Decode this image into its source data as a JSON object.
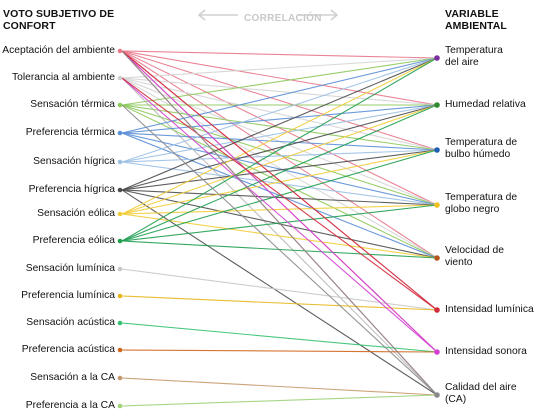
{
  "header": {
    "left_title": [
      "VOTO SUBJETIVO DE",
      "CONFORT"
    ],
    "center_label": "CORRELACIÓN",
    "right_title": [
      "VARIABLE",
      "AMBIENTAL"
    ]
  },
  "left_nodes": [
    {
      "label": "Aceptación del ambiente",
      "color": "#e8778a"
    },
    {
      "label": "Tolerancia al ambiente",
      "color": "#cfcfcf"
    },
    {
      "label": "Sensación térmica",
      "color": "#8cc95a"
    },
    {
      "label": "Preferencia térmica",
      "color": "#5b8fd6"
    },
    {
      "label": "Sensación hígrica",
      "color": "#9cc0e4"
    },
    {
      "label": "Preferencia hígrica",
      "color": "#4d4d4d"
    },
    {
      "label": "Sensación eólica",
      "color": "#f2cd3a"
    },
    {
      "label": "Preferencia eólica",
      "color": "#1f9e50"
    },
    {
      "label": "Sensación lumínica",
      "color": "#c8c8c8"
    },
    {
      "label": "Preferencia lumínica",
      "color": "#e6b618"
    },
    {
      "label": "Sensación acústica",
      "color": "#34c270"
    },
    {
      "label": "Preferencia acústica",
      "color": "#d0661c"
    },
    {
      "label": "Sensación a la CA",
      "color": "#c59a6a"
    },
    {
      "label": "Preferencia a la CA",
      "color": "#9fd27a"
    }
  ],
  "right_nodes": [
    {
      "label": [
        "Temperatura",
        "del aire"
      ],
      "color": "#7b2ca0"
    },
    {
      "label": [
        "Humedad relativa"
      ],
      "color": "#2e8b2e"
    },
    {
      "label": [
        "Temperatura de",
        "bulbo húmedo"
      ],
      "color": "#1f5fb4"
    },
    {
      "label": [
        "Temperatura de",
        "globo negro"
      ],
      "color": "#f0c020"
    },
    {
      "label": [
        "Velocidad de",
        "viento"
      ],
      "color": "#b4561c"
    },
    {
      "label": [
        "Intensidad lumínica"
      ],
      "color": "#d22b3c"
    },
    {
      "label": [
        "Intensidad sonora"
      ],
      "color": "#d33fd3"
    },
    {
      "label": [
        "Calidad del aire",
        "(CA)"
      ],
      "color": "#8a8a8a"
    }
  ],
  "links": [
    {
      "from": 0,
      "to": 0,
      "color": "#e8778a"
    },
    {
      "from": 0,
      "to": 1,
      "color": "#e8778a"
    },
    {
      "from": 0,
      "to": 2,
      "color": "#e8778a"
    },
    {
      "from": 0,
      "to": 3,
      "color": "#e8778a"
    },
    {
      "from": 0,
      "to": 4,
      "color": "#e8778a"
    },
    {
      "from": 0,
      "to": 5,
      "color": "#e8778a"
    },
    {
      "from": 0,
      "to": 6,
      "color": "#e8778a"
    },
    {
      "from": 0,
      "to": 7,
      "color": "#e8778a"
    },
    {
      "from": 1,
      "to": 0,
      "color": "#d4d4d4"
    },
    {
      "from": 1,
      "to": 1,
      "color": "#d4d4d4"
    },
    {
      "from": 1,
      "to": 2,
      "color": "#d4d4d4"
    },
    {
      "from": 1,
      "to": 3,
      "color": "#d4d4d4"
    },
    {
      "from": 1,
      "to": 4,
      "color": "#d4d4d4"
    },
    {
      "from": 1,
      "to": 7,
      "color": "#b8b8b8"
    },
    {
      "from": 2,
      "to": 0,
      "color": "#8cc95a"
    },
    {
      "from": 2,
      "to": 1,
      "color": "#8cc95a"
    },
    {
      "from": 2,
      "to": 2,
      "color": "#8cc95a"
    },
    {
      "from": 2,
      "to": 3,
      "color": "#8cc95a"
    },
    {
      "from": 2,
      "to": 4,
      "color": "#8cc95a"
    },
    {
      "from": 3,
      "to": 0,
      "color": "#5b8fd6"
    },
    {
      "from": 3,
      "to": 1,
      "color": "#5b8fd6"
    },
    {
      "from": 3,
      "to": 2,
      "color": "#5b8fd6"
    },
    {
      "from": 3,
      "to": 3,
      "color": "#5b8fd6"
    },
    {
      "from": 3,
      "to": 4,
      "color": "#5b8fd6"
    },
    {
      "from": 4,
      "to": 0,
      "color": "#9cc0e4"
    },
    {
      "from": 4,
      "to": 1,
      "color": "#9cc0e4"
    },
    {
      "from": 4,
      "to": 2,
      "color": "#9cc0e4"
    },
    {
      "from": 4,
      "to": 3,
      "color": "#9cc0e4"
    },
    {
      "from": 5,
      "to": 0,
      "color": "#4d4d4d"
    },
    {
      "from": 5,
      "to": 1,
      "color": "#4d4d4d"
    },
    {
      "from": 5,
      "to": 2,
      "color": "#4d4d4d"
    },
    {
      "from": 5,
      "to": 3,
      "color": "#4d4d4d"
    },
    {
      "from": 5,
      "to": 4,
      "color": "#4d4d4d"
    },
    {
      "from": 5,
      "to": 7,
      "color": "#4d4d4d"
    },
    {
      "from": 6,
      "to": 0,
      "color": "#f2cd3a"
    },
    {
      "from": 6,
      "to": 1,
      "color": "#f2cd3a"
    },
    {
      "from": 6,
      "to": 2,
      "color": "#f2cd3a"
    },
    {
      "from": 6,
      "to": 3,
      "color": "#f2cd3a"
    },
    {
      "from": 6,
      "to": 4,
      "color": "#f2cd3a"
    },
    {
      "from": 7,
      "to": 0,
      "color": "#1f9e50"
    },
    {
      "from": 7,
      "to": 1,
      "color": "#1f9e50"
    },
    {
      "from": 7,
      "to": 2,
      "color": "#1f9e50"
    },
    {
      "from": 7,
      "to": 3,
      "color": "#1f9e50"
    },
    {
      "from": 7,
      "to": 4,
      "color": "#1f9e50"
    },
    {
      "from": 8,
      "to": 5,
      "color": "#c8c8c8"
    },
    {
      "from": 9,
      "to": 5,
      "color": "#e6b618"
    },
    {
      "from": 10,
      "to": 6,
      "color": "#34c270"
    },
    {
      "from": 11,
      "to": 6,
      "color": "#d0661c"
    },
    {
      "from": 12,
      "to": 7,
      "color": "#c59a6a"
    },
    {
      "from": 13,
      "to": 7,
      "color": "#9fd27a"
    },
    {
      "from": 0,
      "to": 6,
      "color": "#d33fd3"
    },
    {
      "from": 1,
      "to": 6,
      "color": "#d33fd3"
    },
    {
      "from": 0,
      "to": 5,
      "color": "#d22b3c"
    },
    {
      "from": 1,
      "to": 5,
      "color": "#d22b3c"
    },
    {
      "from": 0,
      "to": 7,
      "color": "#8a8a8a"
    },
    {
      "from": 2,
      "to": 7,
      "color": "#8a8a8a"
    }
  ]
}
